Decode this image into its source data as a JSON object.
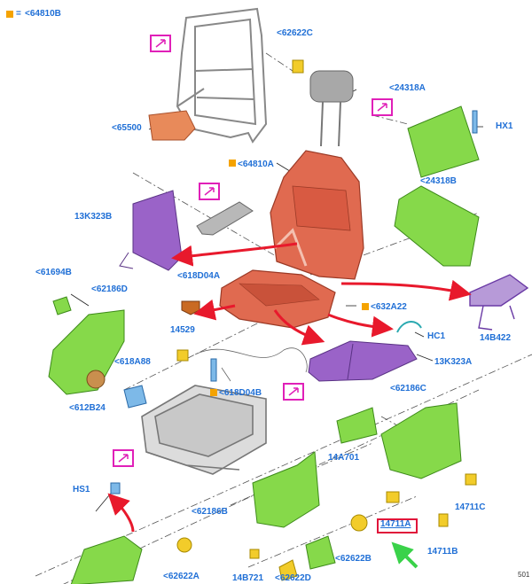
{
  "legend": {
    "swatch_color": "#f5a300",
    "equals": "=",
    "code": "<64810B"
  },
  "labels": {
    "l62622C": "<62622C",
    "l65500": "<65500",
    "l24318A": "<24318A",
    "lHX1": "HX1",
    "l64810A": "<64810A",
    "l24318B": "<24318B",
    "l13K323B": "13K323B",
    "l61694B": "<61694B",
    "l618D04A": "<618D04A",
    "l62186D": "<62186D",
    "l632A22": "<632A22",
    "l14529": "14529",
    "lHC1": "HC1",
    "l14B422": "14B422",
    "l618A88": "<618A88",
    "l13K323A": "13K323A",
    "l612B24": "<612B24",
    "l618D04B": "<618D04B",
    "l62186C": "<62186C",
    "l14A701": "14A701",
    "lHS1": "HS1",
    "l62186B": "<62186B",
    "l14711C": "14711C",
    "l14711A": "14711A",
    "l62622B": "<62622B",
    "l14711B": "14711B",
    "l62622A": "<62622A",
    "l14B721": "14B721",
    "l62622D": "<62622D"
  },
  "corner_note": "501",
  "colors": {
    "label_blue": "#1f6fd6",
    "foam_red": "#e06a50",
    "frame_green": "#86d94a",
    "pad_purple": "#9a63c8",
    "arrow_red": "#e8192c",
    "arrow_green": "#3ad24a",
    "magenta": "#e020b8",
    "connector_yellow": "#f2cc2a"
  }
}
